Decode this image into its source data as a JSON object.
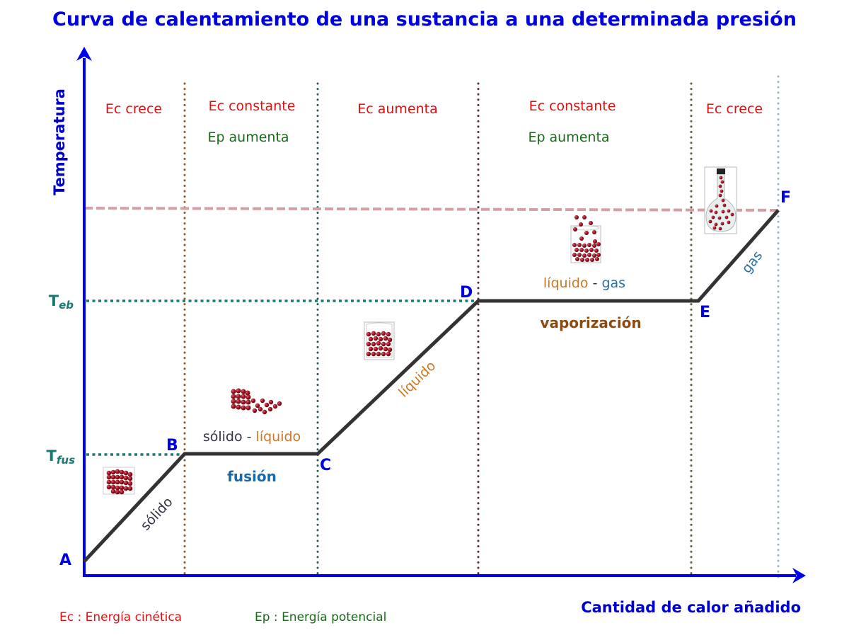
{
  "title": "Curva de calentamiento de una sustancia a una determinada presión",
  "axes": {
    "y_label": "Temperatura",
    "x_label": "Cantidad de calor añadido"
  },
  "temperature_marks": {
    "t_eb": {
      "base": "T",
      "sub": "eb"
    },
    "t_fus": {
      "base": "T",
      "sub": "fus"
    }
  },
  "points": {
    "A": "A",
    "B": "B",
    "C": "C",
    "D": "D",
    "E": "E",
    "F": "F"
  },
  "regions": [
    {
      "ec": "Ec crece",
      "ep": ""
    },
    {
      "ec": "Ec constante",
      "ep": "Ep aumenta"
    },
    {
      "ec": "Ec aumenta",
      "ep": ""
    },
    {
      "ec": "Ec constante",
      "ep": "Ep aumenta"
    },
    {
      "ec": "Ec crece",
      "ep": ""
    }
  ],
  "segments": {
    "solid": "sólido",
    "fusion_state_a": "sólido",
    "fusion_sep": " - ",
    "fusion_state_b": "líquido",
    "fusion": "fusión",
    "liquid": "líquido",
    "vapor_state_a": "líquido",
    "vapor_sep": " - ",
    "vapor_state_b": "gas",
    "vaporization": "vaporización",
    "gas": "gas"
  },
  "legend": {
    "ec": "Ec : Energía cinética",
    "ep": "Ep : Energía potencial"
  },
  "colors": {
    "axis": "#0000ee",
    "curve": "#333333",
    "ec": "#dd1111",
    "ep": "#1a6a1a",
    "teal_marks": "#1a7a72",
    "dashed_top": "#d4a0a6",
    "solid_text": "#333344",
    "liquid_text": "#cc7722",
    "gas_text": "#2a70a8",
    "fusion_text": "#1a6aaa",
    "vaporization_text": "#8a4a14",
    "particle": "#a01020"
  },
  "chart_data": {
    "type": "line",
    "title": "Curva de calentamiento de una sustancia a una determinada presión",
    "xlabel": "Cantidad de calor añadido",
    "ylabel": "Temperatura",
    "points": [
      {
        "label": "A",
        "x": 0,
        "y": 0
      },
      {
        "label": "B",
        "x": 1,
        "y": "T_fus"
      },
      {
        "label": "C",
        "x": 2,
        "y": "T_fus"
      },
      {
        "label": "D",
        "x": 3,
        "y": "T_eb"
      },
      {
        "label": "E",
        "x": 4,
        "y": "T_eb"
      },
      {
        "label": "F",
        "x": 5,
        "y": "max"
      }
    ],
    "y_ticks": [
      "T_fus",
      "T_eb"
    ],
    "segments": [
      {
        "from": "A",
        "to": "B",
        "phase": "sólido",
        "energy": "Ec crece"
      },
      {
        "from": "B",
        "to": "C",
        "phase": "sólido - líquido",
        "process": "fusión",
        "energy": "Ec constante, Ep aumenta"
      },
      {
        "from": "C",
        "to": "D",
        "phase": "líquido",
        "energy": "Ec aumenta"
      },
      {
        "from": "D",
        "to": "E",
        "phase": "líquido - gas",
        "process": "vaporización",
        "energy": "Ec constante, Ep aumenta"
      },
      {
        "from": "E",
        "to": "F",
        "phase": "gas",
        "energy": "Ec crece"
      }
    ],
    "legend": [
      "Ec : Energía cinética",
      "Ep : Energía potencial"
    ],
    "grid": false
  }
}
